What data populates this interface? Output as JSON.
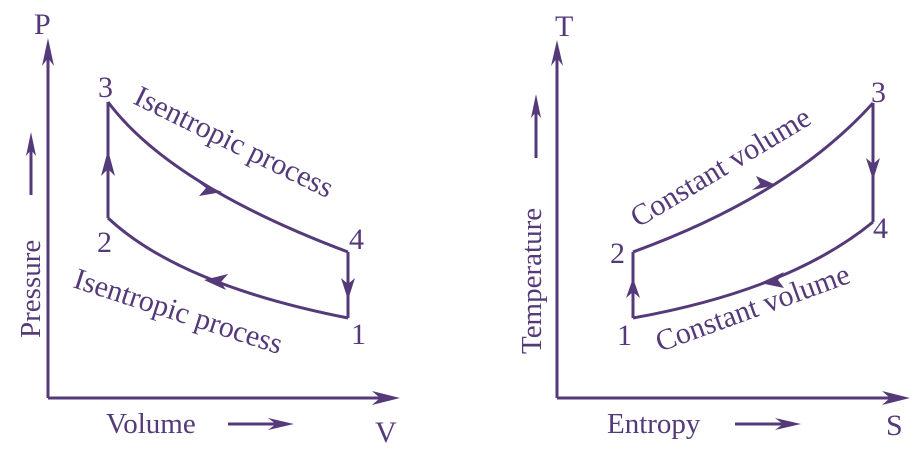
{
  "colors": {
    "primary": "#553a7a",
    "background": "#ffffff"
  },
  "pv_diagram": {
    "y_axis_symbol": "P",
    "x_axis_symbol": "V",
    "y_axis_label": "Pressure",
    "x_axis_label": "Volume",
    "points": {
      "p1": "1",
      "p2": "2",
      "p3": "3",
      "p4": "4"
    },
    "upper_curve_label": "Isentropic process",
    "lower_curve_label": "Isentropic process"
  },
  "ts_diagram": {
    "y_axis_symbol": "T",
    "x_axis_symbol": "S",
    "y_axis_label": "Temperature",
    "x_axis_label": "Entropy",
    "points": {
      "p1": "1",
      "p2": "2",
      "p3": "3",
      "p4": "4"
    },
    "upper_curve_label": "Constant volume",
    "lower_curve_label": "Constant volume"
  }
}
